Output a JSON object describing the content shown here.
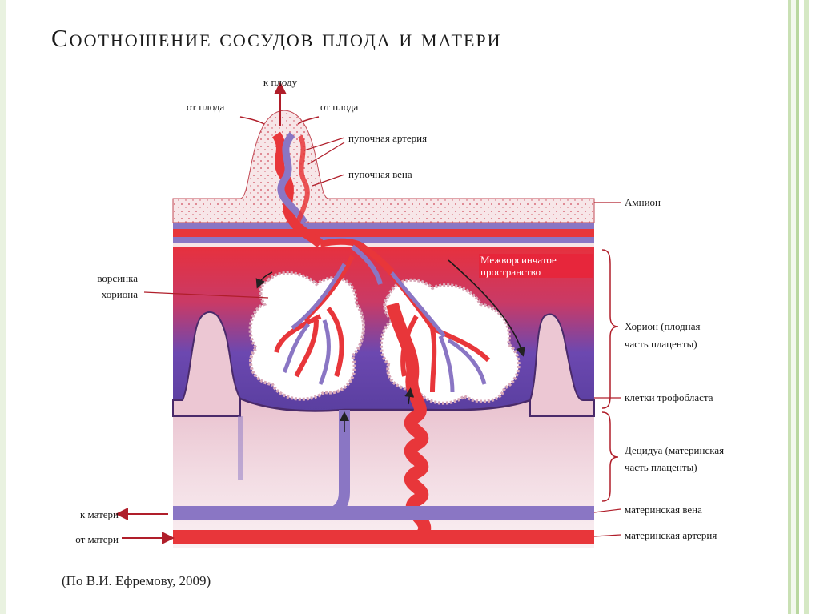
{
  "title": "Соотношение сосудов плода и матери",
  "caption": "(По В.И. Ефремову, 2009)",
  "labels": {
    "to_fetus": "к плоду",
    "from_fetus_left": "от плода",
    "from_fetus_right": "от плода",
    "umbilical_artery": "пупочная артерия",
    "umbilical_vein": "пупочная вена",
    "amnion": "Амнион",
    "intervillous_line1": "Межворсинчатое",
    "intervillous_line2": "пространство",
    "villus_line1": "ворсинка",
    "villus_line2": "хориона",
    "chorion_line1": "Хорион (плодная",
    "chorion_line2": "часть плаценты)",
    "trophoblast": "клетки трофобласта",
    "decidua_line1": "Децидуа (материнская",
    "decidua_line2": "часть плаценты)",
    "to_mother": "к матери",
    "from_mother": "от матери",
    "maternal_vein": "материнская вена",
    "maternal_artery": "материнская артерия"
  },
  "colors": {
    "artery_red": "#e8363a",
    "vein_purple": "#8a76c4",
    "deep_purple": "#5a3fa0",
    "decidua_pink": "#f0d6de",
    "amnion_pink": "#f6e4e6"
  }
}
